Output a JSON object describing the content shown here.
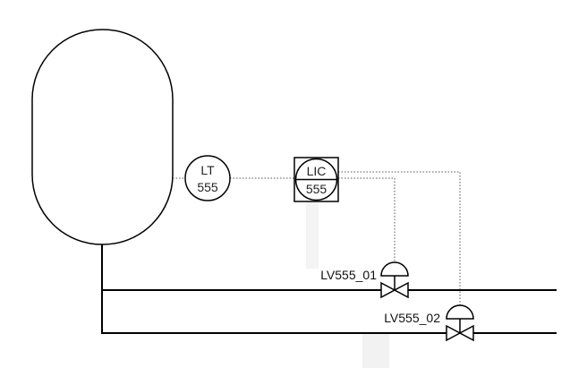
{
  "diagram": {
    "tank": {},
    "level_transmitter": {
      "function": "LT",
      "loop": "555"
    },
    "level_controller": {
      "function": "LIC",
      "loop": "555"
    },
    "valves": [
      {
        "tag": "LV555_01"
      },
      {
        "tag": "LV555_02"
      }
    ]
  }
}
